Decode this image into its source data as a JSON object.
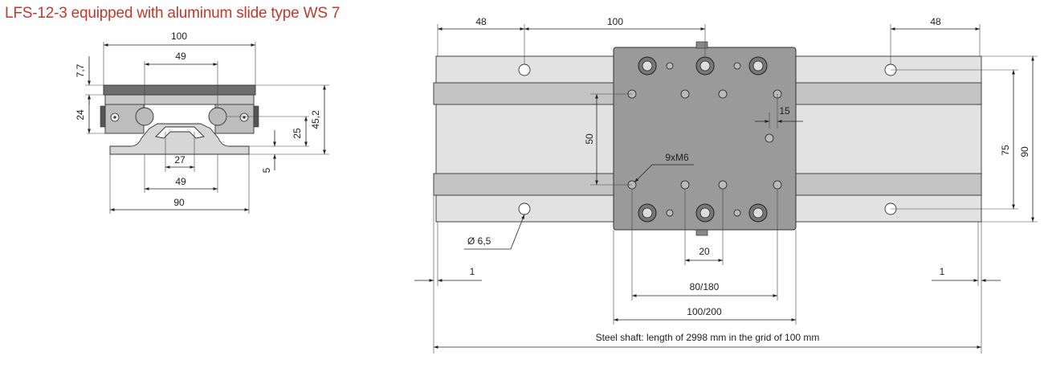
{
  "title": "LFS-12-3 equipped with aluminum slide type WS 7",
  "colors": {
    "title": "#c0392b",
    "rail": "#e2e2e2",
    "shaft": "#c4c4c4",
    "slide": "#9a9a9a",
    "profile": "#d6d6d6",
    "line": "#222222"
  },
  "cross_section": {
    "dims": {
      "width_top": "100",
      "inner_top": "49",
      "plate_h": "7,7",
      "carriage_h": "24",
      "total_h": "45,2",
      "shaft_h": "25",
      "foot_h": "5",
      "slot_w": "27",
      "inner_bottom": "49",
      "base_w": "90"
    }
  },
  "plan_view": {
    "dims": {
      "left_48": "48",
      "center_100": "100",
      "right_48": "48",
      "d15": "15",
      "d50": "50",
      "d75": "75",
      "d90": "90",
      "m6": "9xM6",
      "hole_dia": "Ø 6,5",
      "d20": "20",
      "left_1": "1",
      "right_1": "1",
      "d80_180": "80/180",
      "d100_200": "100/200",
      "shaft_note": "Steel shaft: length of 2998 mm in the grid of 100 mm"
    }
  }
}
